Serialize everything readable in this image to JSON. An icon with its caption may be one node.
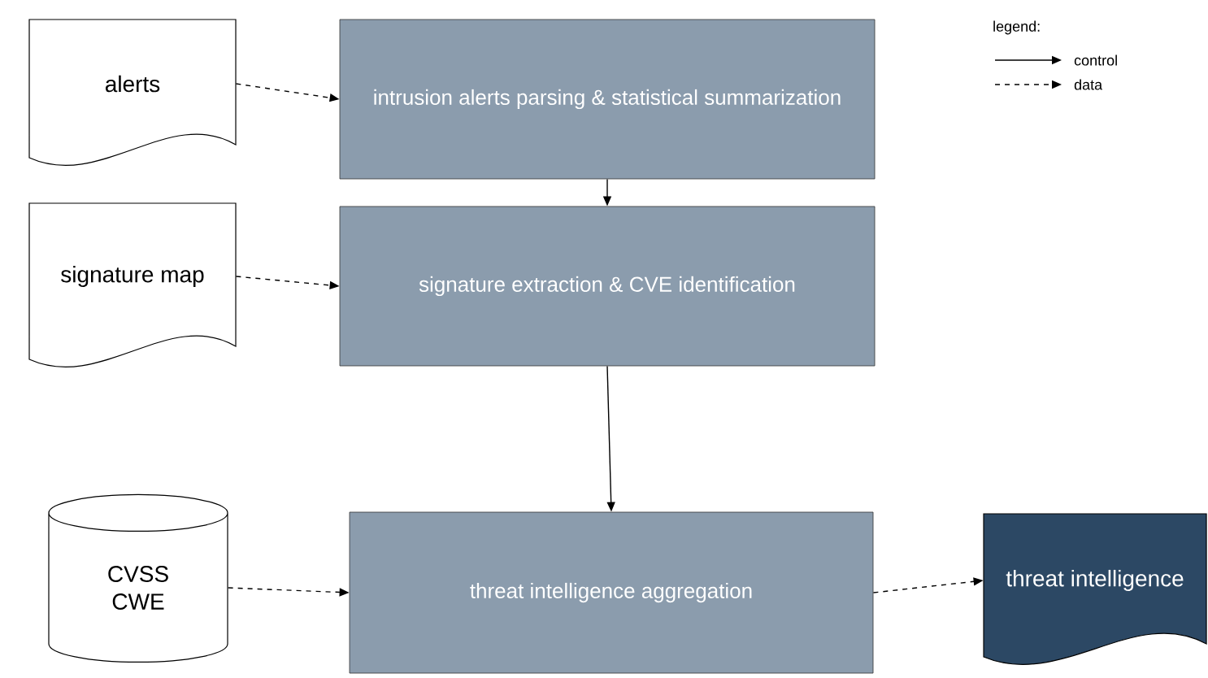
{
  "diagram": {
    "nodes": [
      {
        "text": [
          "alerts"
        ]
      },
      {
        "text": [
          "intrusion alerts parsing & statistical summarization"
        ]
      },
      {
        "text": [
          "signature map"
        ]
      },
      {
        "text": [
          "signature extraction & CVE identification"
        ]
      },
      {
        "text": [
          "CVSS",
          "CWE"
        ]
      },
      {
        "text": [
          "threat intelligence aggregation"
        ]
      },
      {
        "text": [
          "threat intelligence"
        ]
      }
    ],
    "edges": [
      {
        "from": 0,
        "to": 1,
        "arrow": "to",
        "style": "dashed"
      },
      {
        "from": 1,
        "to": 3,
        "arrow": "to"
      },
      {
        "from": 2,
        "to": 3,
        "arrow": "to",
        "style": "dashed"
      },
      {
        "from": 3,
        "to": 5,
        "arrow": "to"
      },
      {
        "from": 4,
        "to": 5,
        "arrow": "to",
        "style": "dashed"
      },
      {
        "from": 5,
        "to": 6,
        "arrow": "to",
        "style": "dashed"
      }
    ],
    "labels": [
      "legend:"
    ],
    "legend": [
      {
        "text": "control"
      },
      {
        "text": "data"
      }
    ]
  }
}
